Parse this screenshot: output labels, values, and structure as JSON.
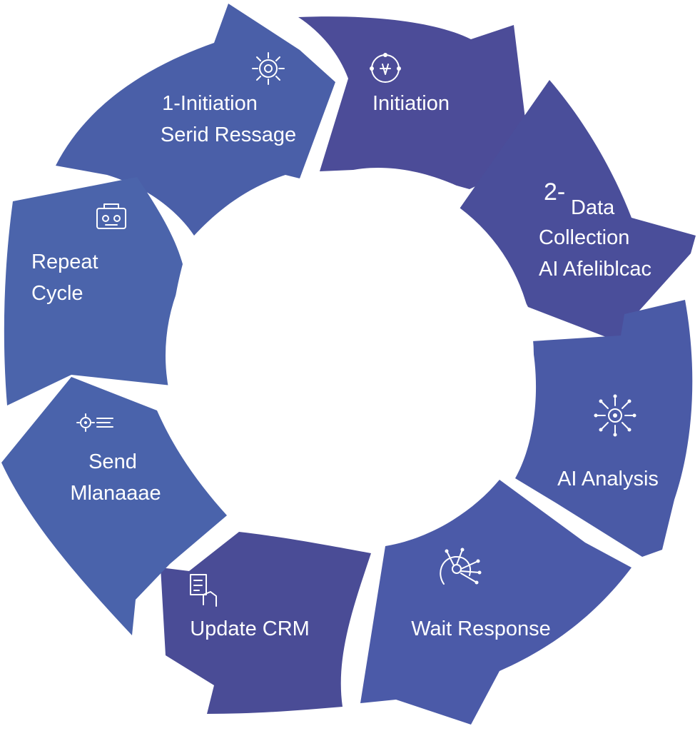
{
  "diagram": {
    "segments": [
      {
        "id": "seg-1",
        "lines": [
          "1-Initiation",
          "Serid Ressage"
        ],
        "icon": "gear-circle-icon",
        "color": "#4a5fa8"
      },
      {
        "id": "seg-2",
        "lines": [
          "Initiation"
        ],
        "icon": "orbit-target-icon",
        "color": "#4c4c98"
      },
      {
        "id": "seg-3",
        "lines": [
          "2-",
          "Data",
          "Collection",
          "AI Afeliblcac"
        ],
        "icon": "",
        "color": "#4a4e9a"
      },
      {
        "id": "seg-4",
        "lines": [
          "AI Analysis"
        ],
        "icon": "circuit-sun-icon",
        "color": "#4a5aa6"
      },
      {
        "id": "seg-5",
        "lines": [
          "Wait Response"
        ],
        "icon": "neural-head-icon",
        "color": "#4b5aa8"
      },
      {
        "id": "seg-6",
        "lines": [
          "Update CRM"
        ],
        "icon": "document-hand-icon",
        "color": "#4a4c96"
      },
      {
        "id": "seg-7",
        "lines": [
          "Send",
          "Mlanaaae"
        ],
        "icon": "gear-list-icon",
        "color": "#4a63ab"
      },
      {
        "id": "seg-8",
        "lines": [
          "Repeat",
          "Cycle"
        ],
        "icon": "robot-box-icon",
        "color": "#4b64ab"
      }
    ]
  }
}
